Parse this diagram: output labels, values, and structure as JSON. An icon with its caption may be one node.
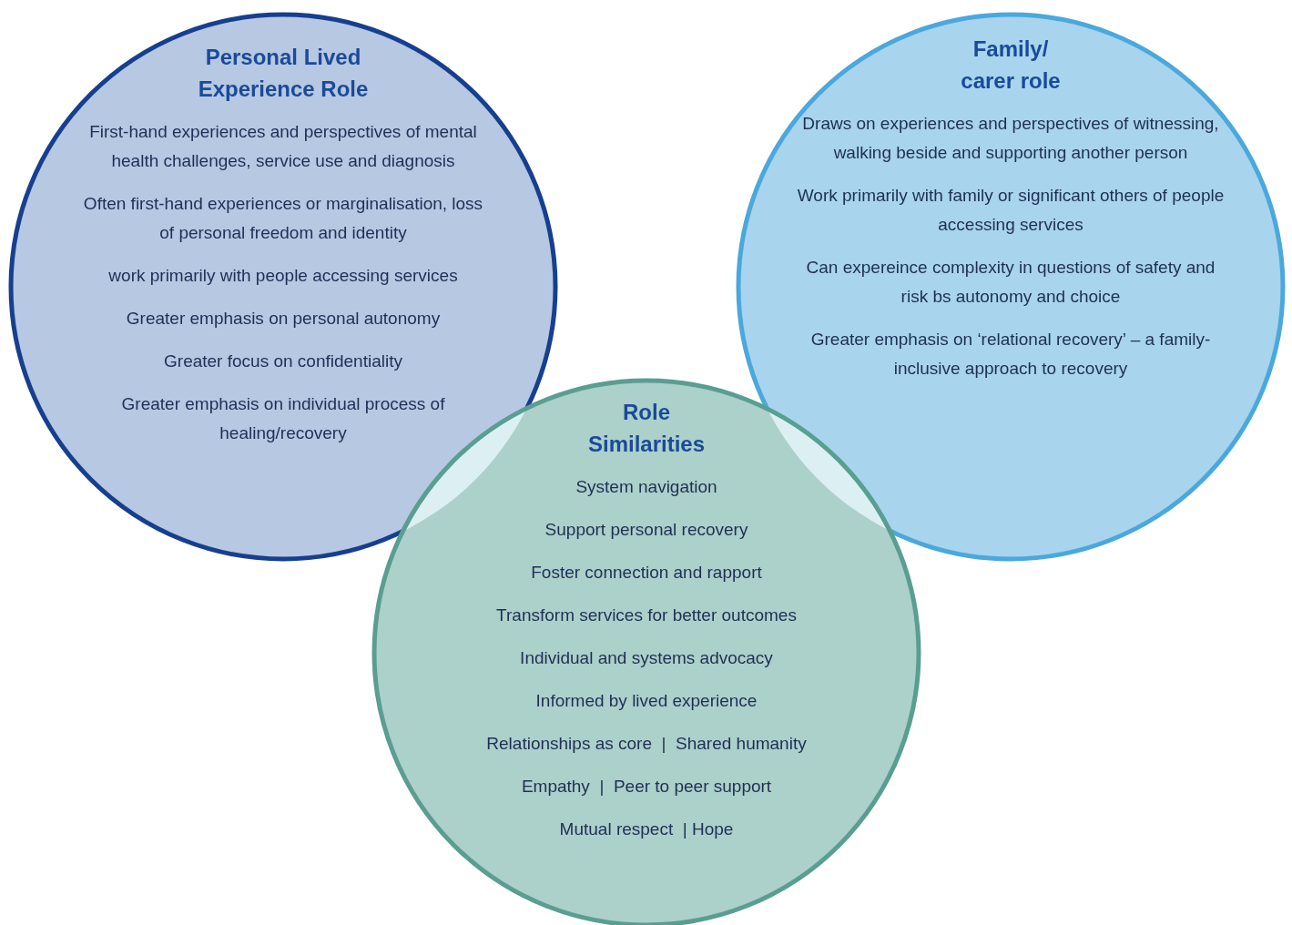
{
  "diagram": {
    "nodes": [
      {
        "text": [
          "Personal Lived Experience Role",
          "First-hand experiences and perspectives of mental health challenges, service use and diagnosis",
          "Often first-hand experiences or marginalisation, loss of personal freedom and identity",
          "work primarily with people accessing services",
          "Greater emphasis on personal autonomy",
          "Greater focus on confidentiality",
          "Greater emphasis on individual process of healing/recovery"
        ]
      },
      {
        "text": [
          "Family/ carer role",
          "Draws on experiences and perspectives of witnessing, walking beside and supporting another person",
          "Work primarily with family or significant others of people accessing services",
          "Can expereince complexity in questions of safety and risk bs autonomy and choice",
          "Greater emphasis on ‘relational recovery’ – a family-inclusive approach to recovery"
        ]
      },
      {
        "text": [
          "Role Similarities",
          "System navigation",
          "Support personal recovery",
          "Foster connection and rapport",
          "Transform services for better outcomes",
          "Individual and systems advocacy",
          "Informed by lived experience",
          "Relationships as core  |  Shared humanity",
          "Empathy  |  Peer to peer support",
          "Mutual respect  | Hope"
        ]
      }
    ]
  }
}
